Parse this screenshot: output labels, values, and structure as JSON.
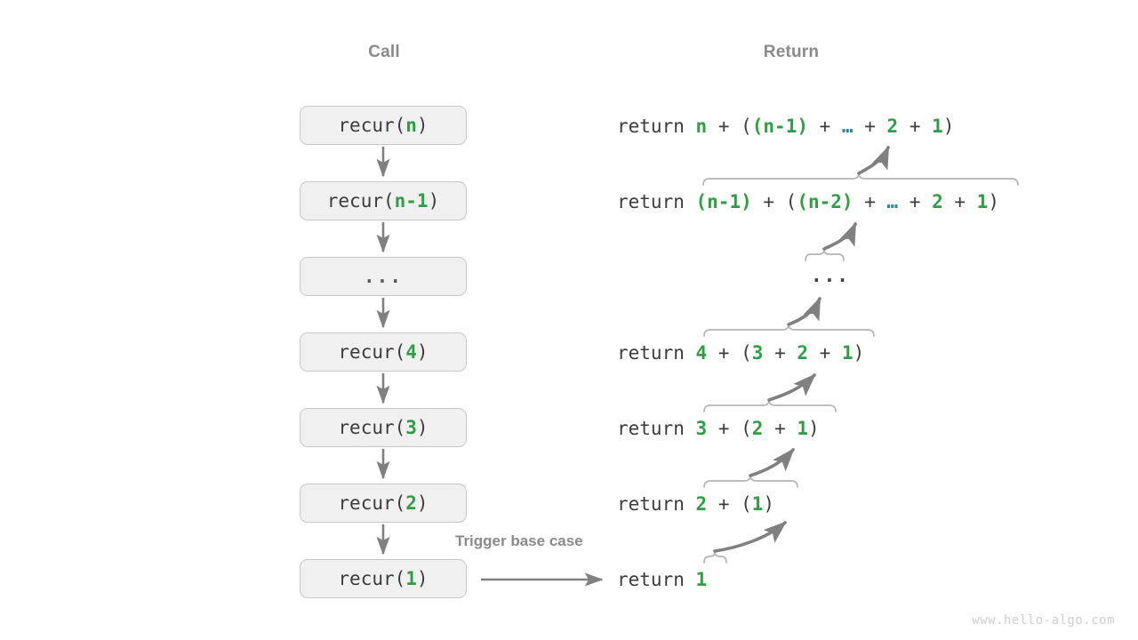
{
  "headers": {
    "call": "Call",
    "return": "Return"
  },
  "colors": {
    "accent_green": "#2f9e44",
    "ellipsis_teal": "#238b8b",
    "text": "#3c3c3c",
    "muted": "#8a8a8a",
    "box_fill": "#f0f0f0",
    "box_border": "#c8c8c8",
    "arrow": "#808080",
    "brace": "#b0b0b0",
    "watermark": "#cfcfcf"
  },
  "call_stack": [
    {
      "name": "call-box-n",
      "prefix": "recur(",
      "arg": "n",
      "suffix": ")",
      "is_ellipsis": false
    },
    {
      "name": "call-box-n-1",
      "prefix": "recur(",
      "arg": "n-1",
      "suffix": ")",
      "is_ellipsis": false
    },
    {
      "name": "call-box-dots",
      "prefix": "",
      "arg": "...",
      "suffix": "",
      "is_ellipsis": true
    },
    {
      "name": "call-box-4",
      "prefix": "recur(",
      "arg": "4",
      "suffix": ")",
      "is_ellipsis": false
    },
    {
      "name": "call-box-3",
      "prefix": "recur(",
      "arg": "3",
      "suffix": ")",
      "is_ellipsis": false
    },
    {
      "name": "call-box-2",
      "prefix": "recur(",
      "arg": "2",
      "suffix": ")",
      "is_ellipsis": false
    },
    {
      "name": "call-box-1",
      "prefix": "recur(",
      "arg": "1",
      "suffix": ")",
      "is_ellipsis": false
    }
  ],
  "return_lines": [
    {
      "name": "return-line-n",
      "keyword": "return ",
      "tokens": [
        {
          "t": "n",
          "c": "g"
        },
        {
          "t": " + ",
          "c": "p"
        },
        {
          "t": "(",
          "c": "p"
        },
        {
          "t": "(n-1)",
          "c": "g"
        },
        {
          "t": " + ",
          "c": "p"
        },
        {
          "t": "…",
          "c": "dots"
        },
        {
          "t": " + ",
          "c": "p"
        },
        {
          "t": "2",
          "c": "g"
        },
        {
          "t": " + ",
          "c": "p"
        },
        {
          "t": "1",
          "c": "g"
        },
        {
          "t": ")",
          "c": "p"
        }
      ],
      "plain": "return n + ((n-1) + … + 2 + 1)"
    },
    {
      "name": "return-line-n-1",
      "keyword": "return ",
      "tokens": [
        {
          "t": "(n-1)",
          "c": "g"
        },
        {
          "t": " + ",
          "c": "p"
        },
        {
          "t": "(",
          "c": "p"
        },
        {
          "t": "(n-2)",
          "c": "g"
        },
        {
          "t": " + ",
          "c": "p"
        },
        {
          "t": "…",
          "c": "dots"
        },
        {
          "t": " + ",
          "c": "p"
        },
        {
          "t": "2",
          "c": "g"
        },
        {
          "t": " + ",
          "c": "p"
        },
        {
          "t": "1",
          "c": "g"
        },
        {
          "t": ")",
          "c": "p"
        }
      ],
      "plain": "return (n-1) + ((n-2) + … + 2 + 1)"
    },
    {
      "name": "return-line-4",
      "keyword": "return ",
      "tokens": [
        {
          "t": "4",
          "c": "g"
        },
        {
          "t": " + ",
          "c": "p"
        },
        {
          "t": "(",
          "c": "p"
        },
        {
          "t": "3",
          "c": "g"
        },
        {
          "t": " + ",
          "c": "p"
        },
        {
          "t": "2",
          "c": "g"
        },
        {
          "t": " + ",
          "c": "p"
        },
        {
          "t": "1",
          "c": "g"
        },
        {
          "t": ")",
          "c": "p"
        }
      ],
      "plain": "return 4 + (3 + 2 + 1)"
    },
    {
      "name": "return-line-3",
      "keyword": "return ",
      "tokens": [
        {
          "t": "3",
          "c": "g"
        },
        {
          "t": " + ",
          "c": "p"
        },
        {
          "t": "(",
          "c": "p"
        },
        {
          "t": "2",
          "c": "g"
        },
        {
          "t": " + ",
          "c": "p"
        },
        {
          "t": "1",
          "c": "g"
        },
        {
          "t": ")",
          "c": "p"
        }
      ],
      "plain": "return 3 + (2 + 1)"
    },
    {
      "name": "return-line-2",
      "keyword": "return ",
      "tokens": [
        {
          "t": "2",
          "c": "g"
        },
        {
          "t": " + ",
          "c": "p"
        },
        {
          "t": "(",
          "c": "p"
        },
        {
          "t": "1",
          "c": "g"
        },
        {
          "t": ")",
          "c": "p"
        }
      ],
      "plain": "return 2 + (1)"
    },
    {
      "name": "return-line-1",
      "keyword": "return ",
      "tokens": [
        {
          "t": "1",
          "c": "g"
        }
      ],
      "plain": "return 1"
    }
  ],
  "return_mid_ellipsis": "...",
  "trigger_label": "Trigger base case",
  "watermark": "www.hello-algo.com"
}
